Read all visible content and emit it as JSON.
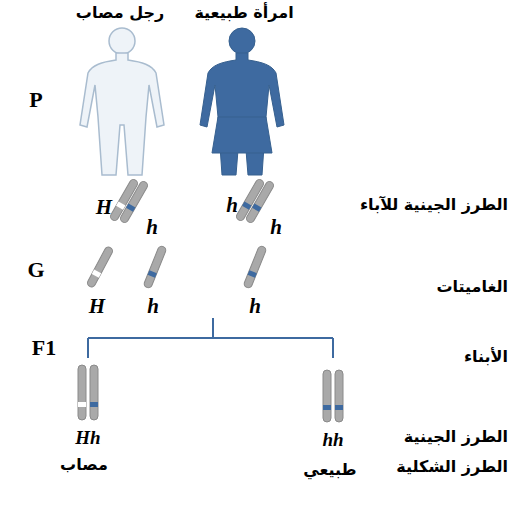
{
  "diagram": {
    "labels": [
      "رجل مصاب",
      "امرأة طبيعية",
      "P",
      "الطرز الجينية للآباء",
      "H",
      "h",
      "h",
      "h",
      "G",
      "الغاميتات",
      "H",
      "h",
      "h",
      "F1",
      "الأبناء",
      "الطرز الجينية",
      "Hh",
      "hh",
      "الطرز الشكلية",
      "مصاب",
      "طبيعي"
    ]
  }
}
